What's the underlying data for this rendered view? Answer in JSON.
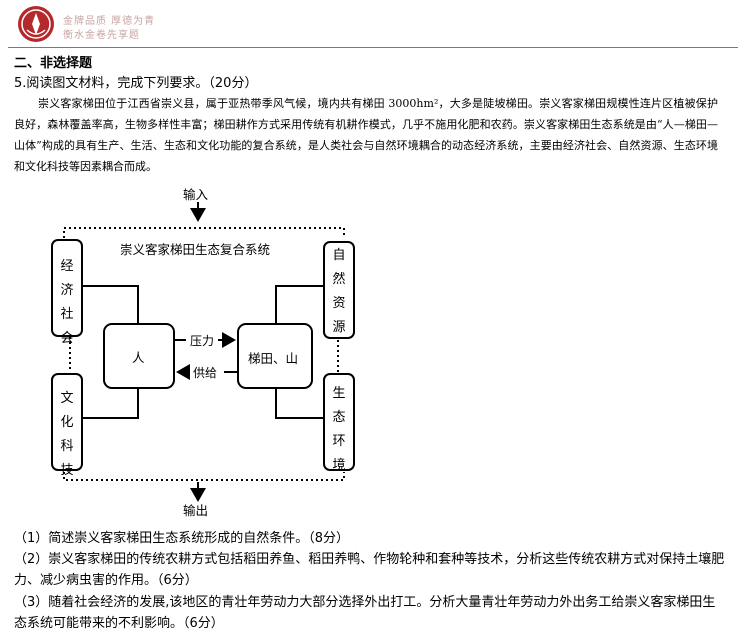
{
  "header": {
    "brand_line1": "金牌品质 厚德为青",
    "brand_line2": "衡水金卷先享题",
    "logo_icon": "brand-seal-icon",
    "accent_color": "#b5282c"
  },
  "section": {
    "title": "二、非选择题",
    "question_intro": "5.阅读图文材料，完成下列要求。（20分）"
  },
  "passage": "崇义客家梯田位于江西省崇义县，属于亚热带季风气候，境内共有梯田 3000hm²，大多是陡坡梯田。崇义客家梯田规模性连片区植被保护良好，森林覆盖率高，生物多样性丰富；梯田耕作方式采用传统有机耕作模式，几乎不施用化肥和农药。崇义客家梯田生态系统是由“人—梯田—山体”构成的具有生产、生活、生态和文化功能的复合系统，是人类社会与自然环境耦合的动态经济系统，主要由经济社会、自然资源、生态环境和文化科技等因素耦合而成。",
  "diagram": {
    "input_label": "输入",
    "output_label": "输出",
    "system_title": "崇义客家梯田生态复合系统",
    "left_top": "经济社会",
    "left_bottom": "文化科技",
    "right_top": "自然资源",
    "right_bottom": "生态环境",
    "center_left": "人",
    "center_right": "梯田、山",
    "arrow_pressure": "压力",
    "arrow_supply": "供给"
  },
  "questions": [
    "（1）简述崇义客家梯田生态系统形成的自然条件。（8分）",
    "（2）崇义客家梯田的传统农耕方式包括稻田养鱼、稻田养鸭、作物轮种和套种等技术，分析这些传统农耕方式对保持土壤肥力、减少病虫害的作用。（6分）",
    "（3）随着社会经济的发展,该地区的青壮年劳动力大部分选择外出打工。分析大量青壮年劳动力外出务工给崇义客家梯田生态系统可能带来的不利影响。（6分）"
  ]
}
